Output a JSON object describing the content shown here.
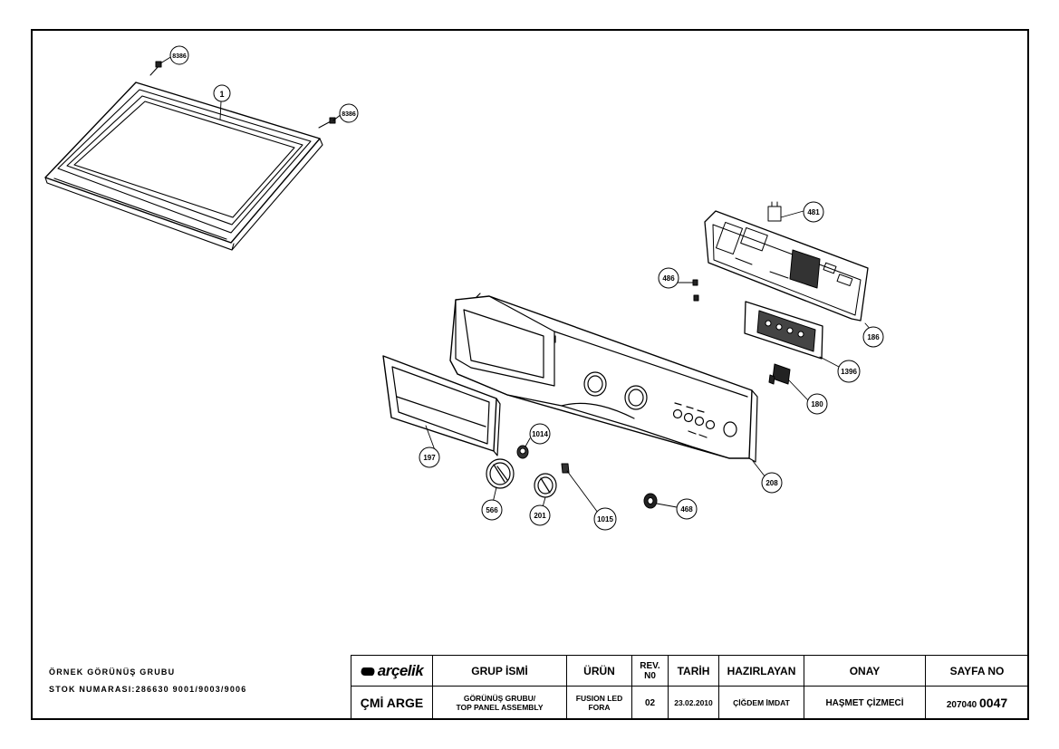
{
  "notes": {
    "line1": "ÖRNEK GÖRÜNÜŞ GRUBU",
    "line2": "STOK NUMARASI:286630 9001/9003/9006"
  },
  "callouts": [
    {
      "id": "screw-8386-left",
      "label": "8386"
    },
    {
      "id": "screw-8386-right",
      "label": "8386"
    },
    {
      "id": "top-lid",
      "label": "1"
    },
    {
      "id": "part-481",
      "label": "481"
    },
    {
      "id": "part-486",
      "label": "486"
    },
    {
      "id": "part-186",
      "label": "186"
    },
    {
      "id": "part-1396",
      "label": "1396"
    },
    {
      "id": "part-180",
      "label": "180"
    },
    {
      "id": "part-197",
      "label": "197"
    },
    {
      "id": "part-1014",
      "label": "1014"
    },
    {
      "id": "part-208",
      "label": "208"
    },
    {
      "id": "part-566",
      "label": "566"
    },
    {
      "id": "part-201",
      "label": "201"
    },
    {
      "id": "part-1015",
      "label": "1015"
    },
    {
      "id": "part-468",
      "label": "468"
    }
  ],
  "title_block": {
    "logo": "arçelik",
    "department": "ÇMİ ARGE",
    "group_name_label": "GRUP İSMİ",
    "group_name_line1": "GÖRÜNÜŞ GRUBU/",
    "group_name_line2": "TOP PANEL ASSEMBLY",
    "product_label": "ÜRÜN",
    "product_line1": "FUSION LED",
    "product_line2": "FORA",
    "rev_label_line1": "REV.",
    "rev_label_line2": "N0",
    "rev_value": "02",
    "date_label": "TARİH",
    "date_value": "23.02.2010",
    "prepared_label": "HAZIRLAYAN",
    "prepared_value": "ÇİĞDEM İMDAT",
    "approval_label": "ONAY",
    "approval_value": "HAŞMET ÇİZMECİ",
    "page_label": "SAYFA NO",
    "page_prefix": "207040",
    "page_number": "0047"
  },
  "colors": {
    "line": "#000000",
    "background": "#ffffff"
  }
}
